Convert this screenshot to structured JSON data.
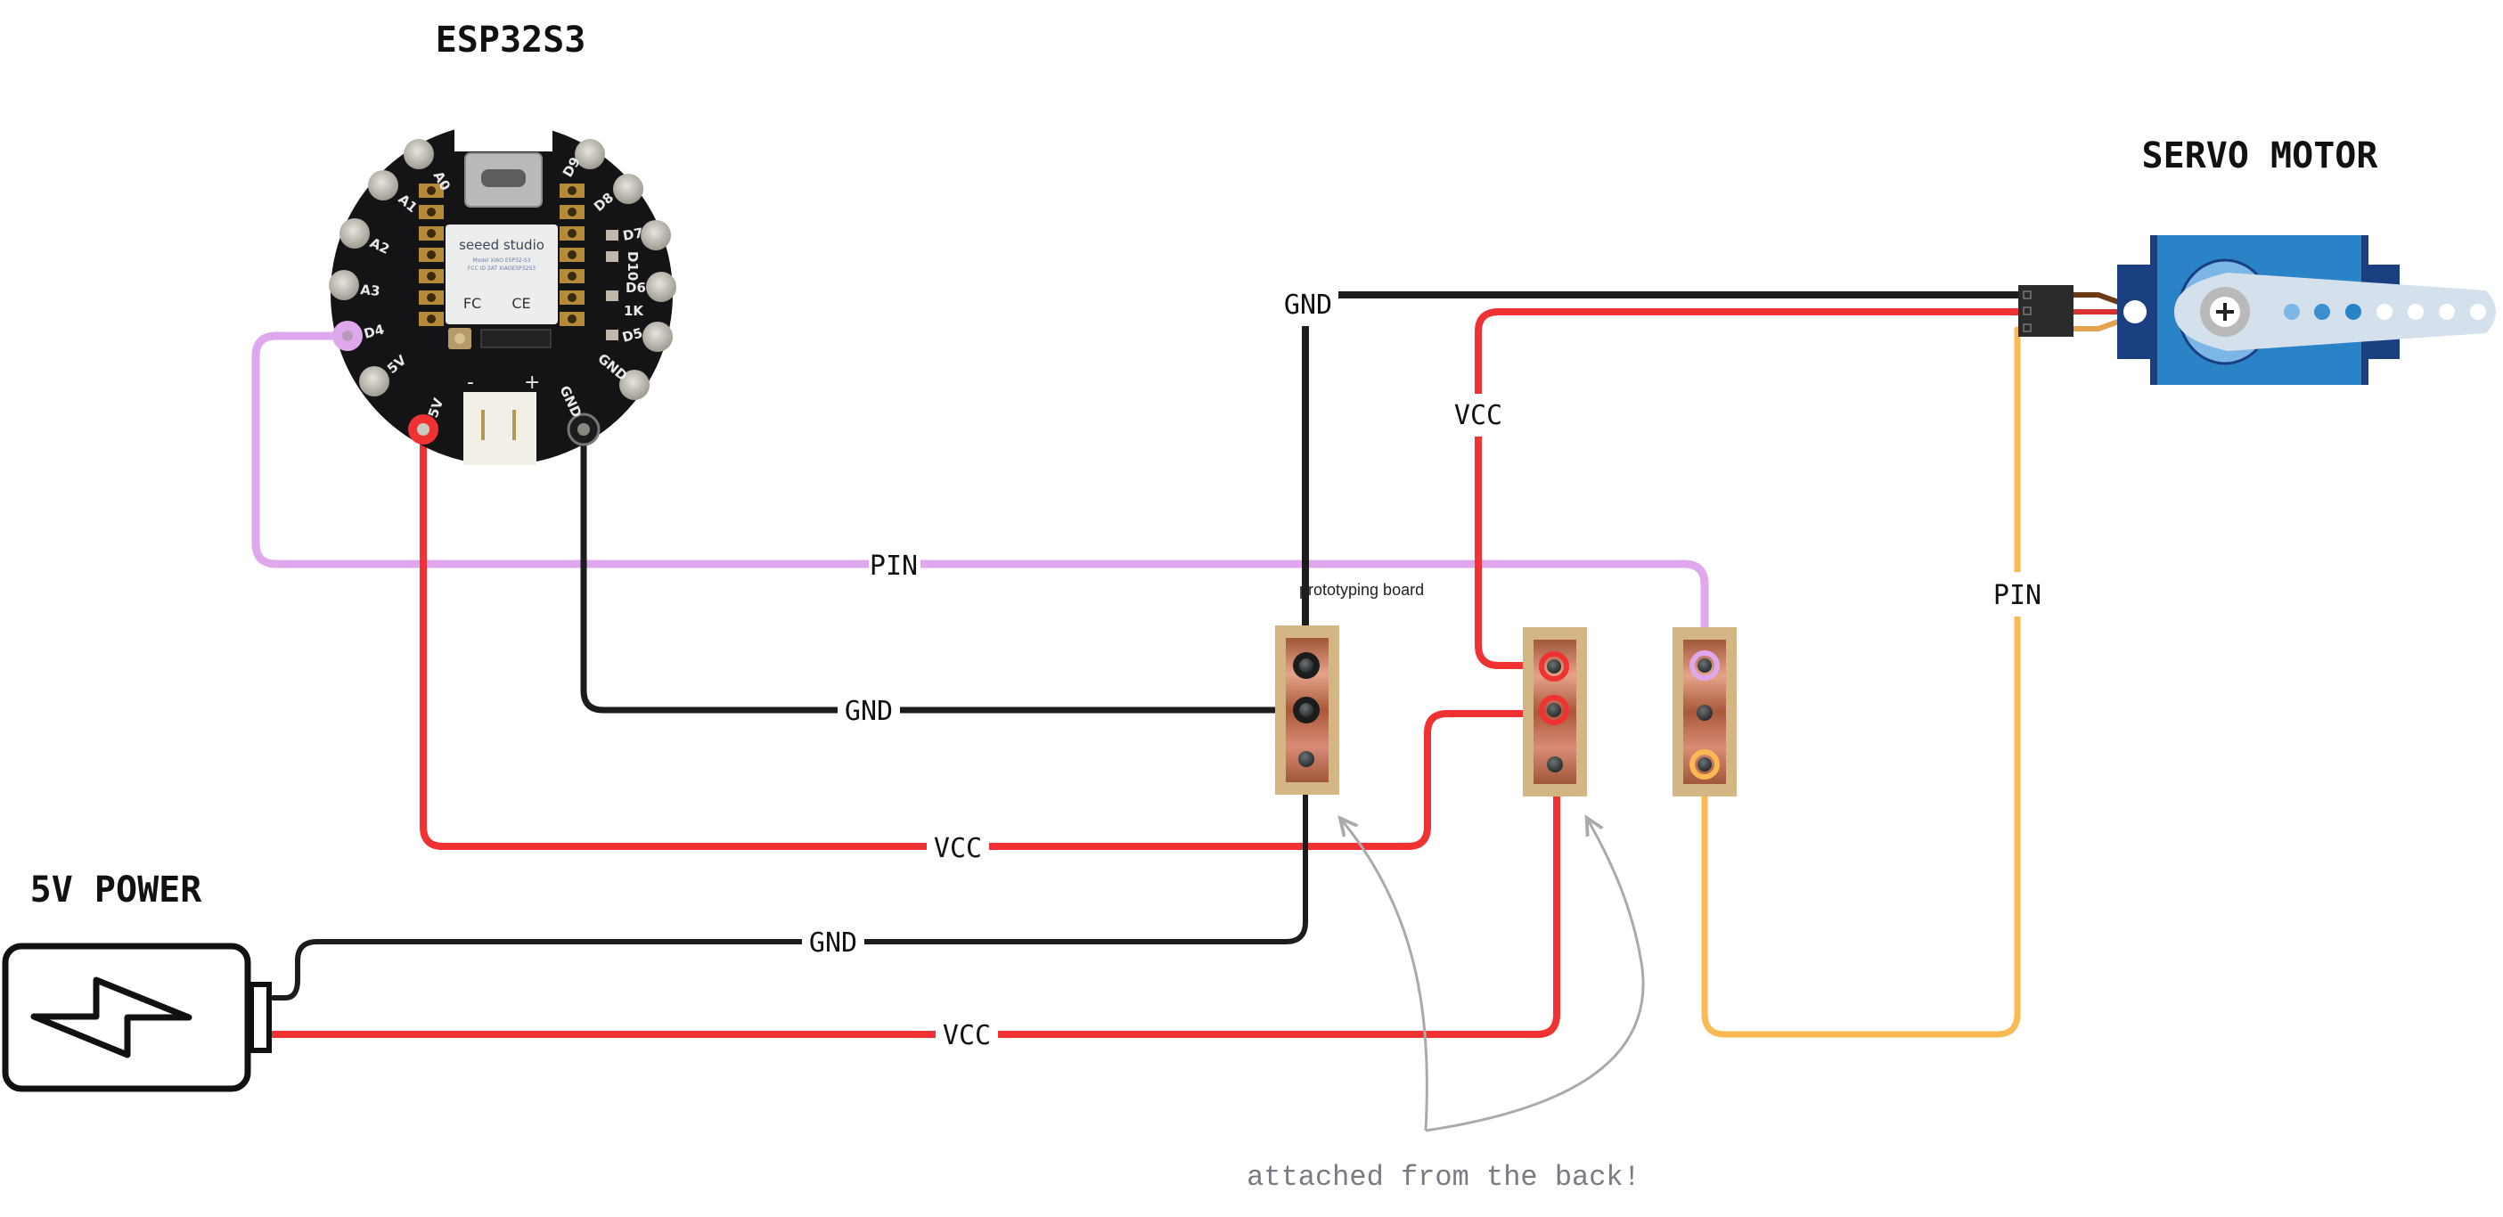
{
  "titles": {
    "esp": "ESP32S3",
    "servo": "SERVO MOTOR",
    "power": "5V POWER"
  },
  "board": {
    "brand": "seeed studio",
    "model_line1": "Model XIAO ESP32-S3",
    "model_line2": "FCC ID 2AT XIAOESP32S3",
    "marks": [
      "FC",
      "CE"
    ],
    "pin_labels": [
      "A0",
      "A1",
      "A2",
      "A3",
      "D4",
      "5V",
      "5V",
      "GND",
      "GND",
      "D5",
      "1K",
      "D6",
      "D10",
      "D7",
      "D8",
      "D9"
    ],
    "connector_labels": [
      "-",
      "+"
    ]
  },
  "wire_labels": {
    "pin_main": "PIN",
    "gnd_esp": "GND",
    "vcc_esp": "VCC",
    "gnd_power": "GND",
    "vcc_power": "VCC",
    "gnd_servo": "GND",
    "vcc_servo": "VCC",
    "pin_servo": "PIN"
  },
  "prototyping_label": "prototyping board",
  "note": "attached from the back!",
  "colors": {
    "gnd": "#1c1c1c",
    "vcc": "#f03232",
    "pin_esp": "#e0a8ec",
    "pin_servo": "#fbb954",
    "note_arrow": "#aaaaaa",
    "servo_body": "#2a83c6",
    "servo_dark": "#1a3f80",
    "servo_arm": "#d4e0ec"
  },
  "connections": [
    {
      "from": "ESP32S3 D4",
      "to": "Strip 3 hole 1",
      "net": "PIN"
    },
    {
      "from": "ESP32S3 GND",
      "to": "Strip 1 hole 2",
      "net": "GND"
    },
    {
      "from": "ESP32S3 5V",
      "to": "Strip 2 hole 2",
      "net": "VCC"
    },
    {
      "from": "5V POWER -",
      "to": "Strip 1 hole 3",
      "net": "GND"
    },
    {
      "from": "5V POWER +",
      "to": "Strip 2 hole 3",
      "net": "VCC"
    },
    {
      "from": "Strip 1 hole 1",
      "to": "SERVO GND",
      "net": "GND"
    },
    {
      "from": "Strip 2 hole 1",
      "to": "SERVO VCC",
      "net": "VCC"
    },
    {
      "from": "Strip 3 hole 3",
      "to": "SERVO PIN",
      "net": "PIN"
    }
  ]
}
